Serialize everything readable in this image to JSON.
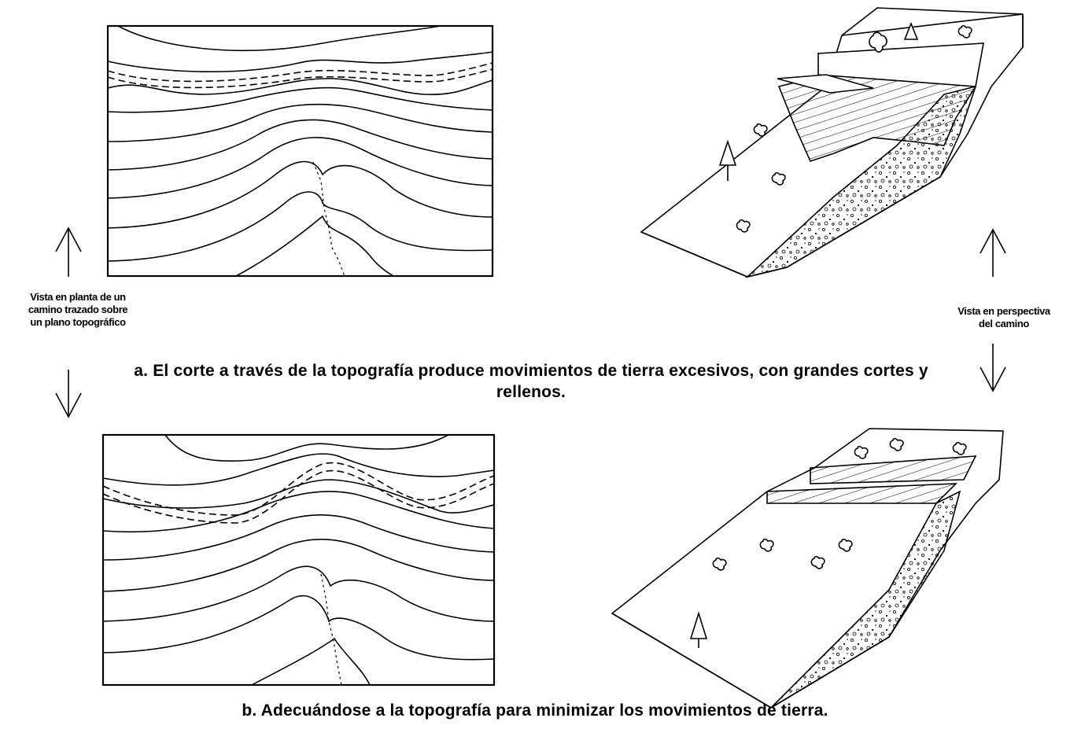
{
  "labels": {
    "plan_view": "Vista en planta de un\ncamino trazado sobre\nun plano topográfico",
    "perspective_view": "Vista en perspectiva\ndel camino"
  },
  "captions": {
    "a": "a. El corte a través de la topografía produce movimientos de tierra excesivos, con grandes cortes y rellenos.",
    "b": "b. Adecuándose a la topografía para minimizar los movimientos de tierra."
  }
}
